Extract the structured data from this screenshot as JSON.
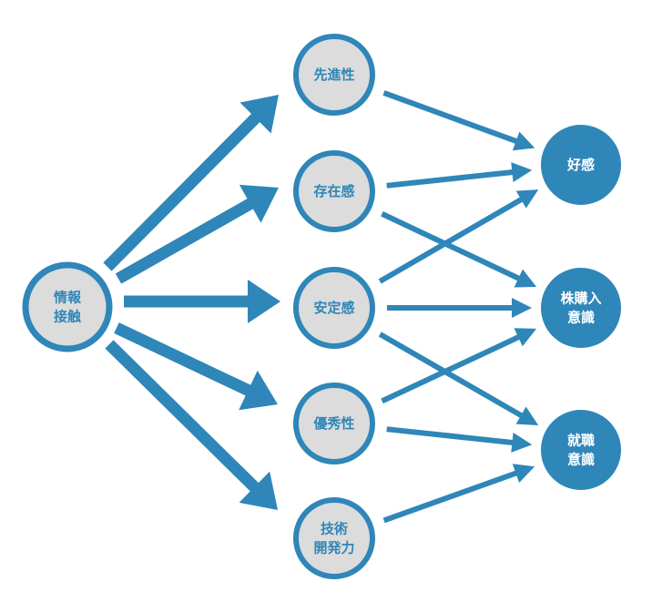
{
  "colors": {
    "primary": "#2f86b8",
    "light_fill": "#dcdcdc",
    "white": "#ffffff"
  },
  "source": {
    "label_lines": [
      "情報",
      "接触"
    ]
  },
  "factors": [
    {
      "id": "f1",
      "label_lines": [
        "先進性"
      ]
    },
    {
      "id": "f2",
      "label_lines": [
        "存在感"
      ]
    },
    {
      "id": "f3",
      "label_lines": [
        "安定感"
      ]
    },
    {
      "id": "f4",
      "label_lines": [
        "優秀性"
      ]
    },
    {
      "id": "f5",
      "label_lines": [
        "技術",
        "開発力"
      ]
    }
  ],
  "outcomes": [
    {
      "id": "o1",
      "label_lines": [
        "好感"
      ]
    },
    {
      "id": "o2",
      "label_lines": [
        "株購入",
        "意識"
      ]
    },
    {
      "id": "o3",
      "label_lines": [
        "就職",
        "意識"
      ]
    }
  ],
  "links_source_to_factors": [
    "f1",
    "f2",
    "f3",
    "f4",
    "f5"
  ],
  "links_factors_to_outcomes": [
    {
      "from": "f1",
      "to": "o1"
    },
    {
      "from": "f2",
      "to": "o1"
    },
    {
      "from": "f2",
      "to": "o2"
    },
    {
      "from": "f3",
      "to": "o1"
    },
    {
      "from": "f3",
      "to": "o2"
    },
    {
      "from": "f3",
      "to": "o3"
    },
    {
      "from": "f4",
      "to": "o2"
    },
    {
      "from": "f4",
      "to": "o3"
    },
    {
      "from": "f5",
      "to": "o3"
    }
  ]
}
